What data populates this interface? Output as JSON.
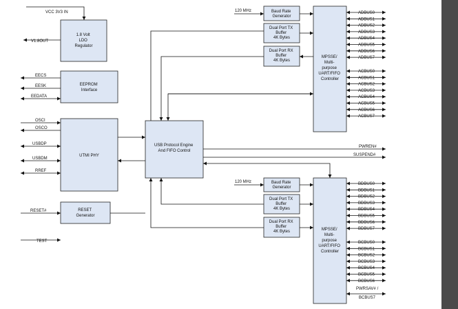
{
  "supply_labels": {
    "vcc": "VCC 3V3 IN",
    "v18out": "V1.8OUT"
  },
  "blocks": {
    "ldo": [
      "1.8 Volt",
      "LDO",
      "Regulator"
    ],
    "eeprom": [
      "EEPROM",
      "Interface"
    ],
    "utmi": [
      "UTMI PHY"
    ],
    "usb_engine": [
      "USB Protocol Engine",
      "And FIFO Control"
    ],
    "reset": [
      "RESET",
      "Generator"
    ],
    "baud_a": [
      "Baud Rate",
      "Generator"
    ],
    "tx_a": [
      "Dual Port TX",
      "Buffer",
      "4K Bytes"
    ],
    "rx_a": [
      "Dual Port RX",
      "Buffer",
      "4K Bytes"
    ],
    "mpsse_a": [
      "MPSSE/",
      "Multi-",
      "purpose",
      "UART/FIFO",
      "Controller"
    ],
    "baud_b": [
      "Baud Rate",
      "Generator"
    ],
    "tx_b": [
      "Dual Port TX",
      "Buffer",
      "4K Bytes"
    ],
    "rx_b": [
      "Dual Port RX",
      "Buffer",
      "4K Bytes"
    ],
    "mpsse_b": [
      "MPSSE/",
      "Multi-",
      "purpose",
      "UART/FIFO",
      "Controller"
    ]
  },
  "clock_label_a": "120 MHz",
  "clock_label_b": "120 MHz",
  "left_pins": {
    "eeprom": [
      "EECS",
      "EESK",
      "EEDATA"
    ],
    "osc": [
      "OSCI",
      "OSCO"
    ],
    "usb": [
      "USBDP",
      "USBDM"
    ],
    "rref": "RREF",
    "reset": "RESET#",
    "test": "TEST"
  },
  "engine_outputs": [
    "PWREN#",
    "SUSPEND#"
  ],
  "right_pins": {
    "adbus": [
      "ADBUS0",
      "ADBUS1",
      "ADBUS2",
      "ADBUS3",
      "ADBUS4",
      "ADBUS5",
      "ADBUS6",
      "ADBUS7"
    ],
    "acbus": [
      "ACBUS0",
      "ACBUS1",
      "ACBUS2",
      "ACBUS3",
      "ACBUS4",
      "ACBUS5",
      "ACBUS6",
      "ACBUS7"
    ],
    "bdbus": [
      "BDBUS0",
      "BDBUS1",
      "BDBUS2",
      "BDBUS3",
      "BDBUS4",
      "BDBUS5",
      "BDBUS6",
      "BDBUS7"
    ],
    "bcbus": [
      "BCBUS0",
      "BCBUS1",
      "BCBUS2",
      "BCBUS3",
      "BCBUS4",
      "BCBUS5",
      "BCBUS6"
    ],
    "bcbus7": [
      "PWRSAV# /",
      "BCBUS7"
    ]
  }
}
